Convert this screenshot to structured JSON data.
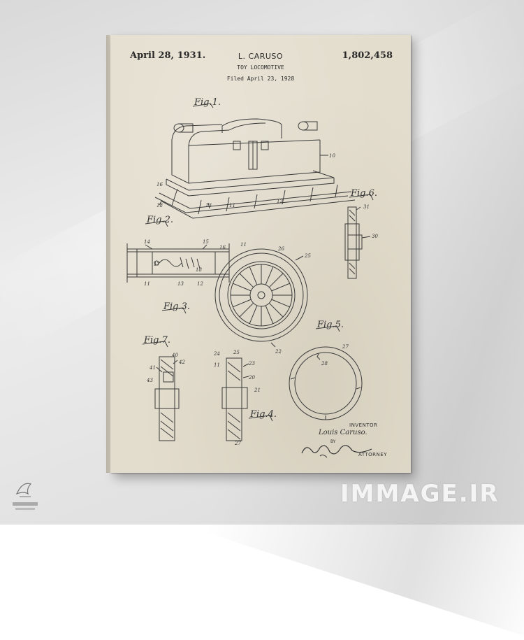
{
  "patent": {
    "date": "April 28, 1931.",
    "inventor_header": "L. CARUSO",
    "number": "1,802,458",
    "title": "TOY LOCOMOTIVE",
    "filed": "Filed April 23, 1928"
  },
  "figures": {
    "fig1": "Fig.1.",
    "fig2": "Fig.2.",
    "fig3": "Fig.3.",
    "fig4": "Fig.4.",
    "fig5": "Fig.5.",
    "fig6": "Fig.6.",
    "fig7": "Fig.7."
  },
  "refs": {
    "r10": "10",
    "r18": "18",
    "r13": "13",
    "r11": "11",
    "r12": "12",
    "r16": "16",
    "r31": "31",
    "r30": "30",
    "r14": "14",
    "r15": "15",
    "r17": "17",
    "r26": "26",
    "r25": "25",
    "r22": "22",
    "r27": "27",
    "r28": "28",
    "r40": "40",
    "r41": "41",
    "r42": "42",
    "r43": "43",
    "r24": "24",
    "r23": "23",
    "r20": "20",
    "r21": "21"
  },
  "signatures": {
    "inventor_label": "INVENTOR",
    "inventor_name": "Louis Caruso.",
    "by_label": "BY",
    "attorney_label": "ATTORNEY"
  },
  "watermark": "IMMAGE.IR",
  "colors": {
    "paper": "#e3ddcd",
    "ink": "#333333",
    "wall": "#e6e6e6"
  }
}
